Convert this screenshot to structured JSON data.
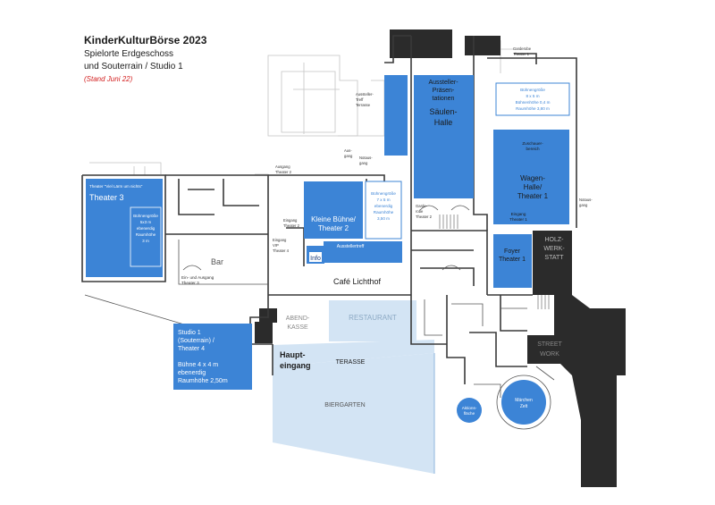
{
  "header": {
    "title": "KinderKulturBörse 2023",
    "subtitle_line1": "Spielorte Erdgeschoss",
    "subtitle_line2": "und Souterrain / Studio 1",
    "status_note": "(Stand Juni 22)"
  },
  "colors": {
    "venue_blue": "#3c84d6",
    "outdoor_light_blue": "#d3e4f4",
    "dark_wall": "#2b2b2b",
    "wall_line": "#3a3a3a",
    "light_outline": "#bdbdbd",
    "note_red": "#d21c1c"
  },
  "venues": {
    "theater3": {
      "name": "Theater 3",
      "play_title": "Theater \"Viel Lärm um nichts\"",
      "dims": [
        "Bühnengröße",
        "5x3 m",
        "ebenerdig",
        "Raumhöhe",
        "3 m"
      ]
    },
    "kleine_buehne": {
      "name": "Kleine Bühne/ Theater 2",
      "dims": [
        "Bühnengröße",
        "7 x 5 m",
        "ebenerdig",
        "Raumhöhe",
        "3,50 m"
      ]
    },
    "ausstellertreff": {
      "name": "Ausstellertreff"
    },
    "info": {
      "name": "Info"
    },
    "aussteller_praesentationen": {
      "name": "Aussteller- Präsen- tationen",
      "hall": "Säulen- Halle"
    },
    "wagenhalle": {
      "name": "Wagen- Halle/ Theater 1",
      "zuschauer": "Zuschauer- bereich",
      "eingang": "Eingang Theater 1",
      "dims": [
        "Bühnengröße",
        "8 x 5 m",
        "Bühnenhöhe 0,4 m",
        "Raumhöhe 3,80 m"
      ]
    },
    "foyer": {
      "name": "Foyer Theater 1"
    },
    "studio1": {
      "name": "Studio 1 (Souterrain) / Theater 4",
      "dims": [
        "Bühne 4 x 4 m",
        "ebenerdig",
        "Raumhöhe 2,50m"
      ]
    },
    "aktions_flaeche": {
      "name": "Aktions- fläche"
    },
    "maerchen_zelt": {
      "name": "Märchen Zelt"
    }
  },
  "labels": {
    "bar": "Bar",
    "ein_ausgang_theater3": "Ein- und Ausgang Theater 3",
    "cafe": "Café Lichthof",
    "abendkasse": "ABEND- KASSE",
    "restaurant": "RESTAURANT",
    "haupteingang": "Haupt- eingang",
    "terasse": "TERASSE",
    "biergarten": "BIERGARTEN",
    "holzwerkstatt": "HOLZ- WERK- STATT",
    "streetwork": "STREET WORK",
    "garderobe_theater1": "Garderobe Theater 1",
    "garderobe_theater2": "Garde- robe Theater 2",
    "aussteller_treff_terrasse": "Aussteller- Treff Terrasse",
    "ausgang_theater2": "Ausgang Theater 2",
    "eingang_theater2": "Eingang Theater 2",
    "eingang_vip_theater4": "Eingang VIP Theater 4",
    "aus_gang": "Aus- gang",
    "notausgang": "Notaus- gang"
  }
}
